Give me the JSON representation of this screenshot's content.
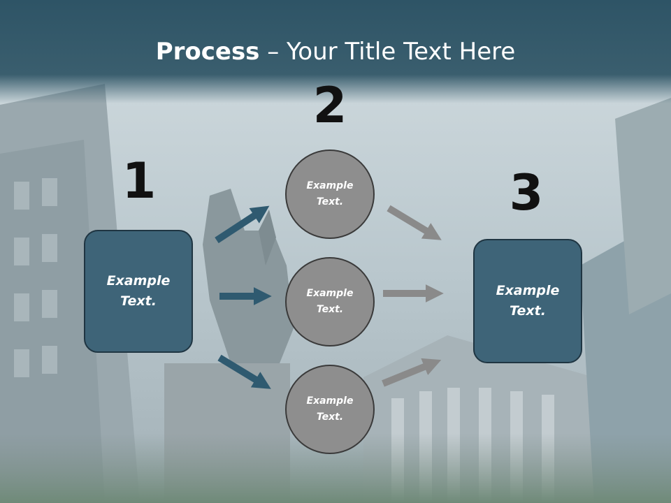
{
  "slide": {
    "title_bold": "Process",
    "title_rest": " – Your Title Text Here"
  },
  "steps": {
    "one": {
      "number": "1",
      "label": "Example\nText."
    },
    "two": {
      "number": "2"
    },
    "three": {
      "number": "3",
      "label": "Example\nText."
    }
  },
  "circles": {
    "top": "Example\nText.",
    "middle": "Example\nText.",
    "bottom": "Example\nText."
  },
  "colors": {
    "header": "#2e5466",
    "box_fill": "#3e6478",
    "circle_fill": "#8e8e8e",
    "blue_arrow": "#2f5a70",
    "gray_arrow": "#8a8a8a"
  }
}
